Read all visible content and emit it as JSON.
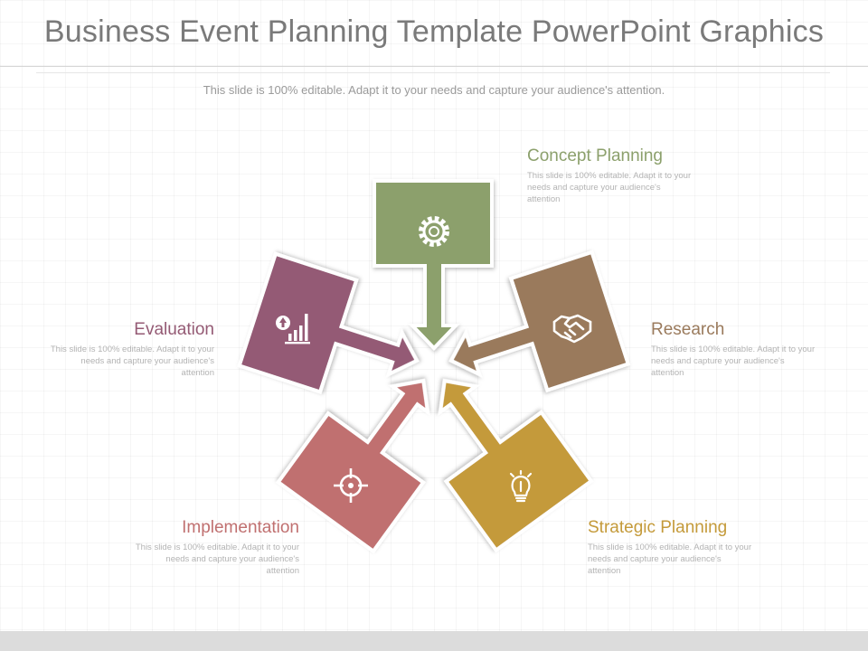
{
  "title": "Business Event Planning Template PowerPoint Graphics",
  "subtitle": "This slide is 100% editable. Adapt it to your needs and capture your audience's attention.",
  "items": [
    {
      "name": "Concept Planning",
      "description": "This slide is 100% editable. Adapt it to your needs and capture your audience's attention",
      "color": "#8ca06c",
      "color_dark": "#5f7240",
      "icon": "gear-icon"
    },
    {
      "name": "Research",
      "description": "This slide is 100% editable. Adapt it to your needs and capture your audience's attention",
      "color": "#9a7a5c",
      "color_dark": "#6e5238",
      "icon": "handshake-icon"
    },
    {
      "name": "Strategic Planning",
      "description": "This slide is 100% editable. Adapt it to your needs and capture your audience's attention",
      "color": "#c49a3a",
      "color_dark": "#8f6c1e",
      "icon": "lightbulb-icon"
    },
    {
      "name": "Implementation",
      "description": "This slide is 100% editable. Adapt it to your needs and capture your audience's attention",
      "color": "#c07070",
      "color_dark": "#9a3a3a",
      "icon": "target-icon"
    },
    {
      "name": "Evaluation",
      "description": "This slide is 100% editable. Adapt it to your needs and capture your audience's attention",
      "color": "#945a74",
      "color_dark": "#6e3a52",
      "icon": "bar-chart-icon"
    }
  ]
}
